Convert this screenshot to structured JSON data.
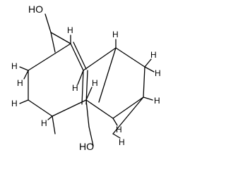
{
  "molecule": {
    "atoms": {
      "hydroxyl_top": "HO",
      "hydroxyl_bottom": "HO",
      "hydrogen": "H"
    }
  }
}
